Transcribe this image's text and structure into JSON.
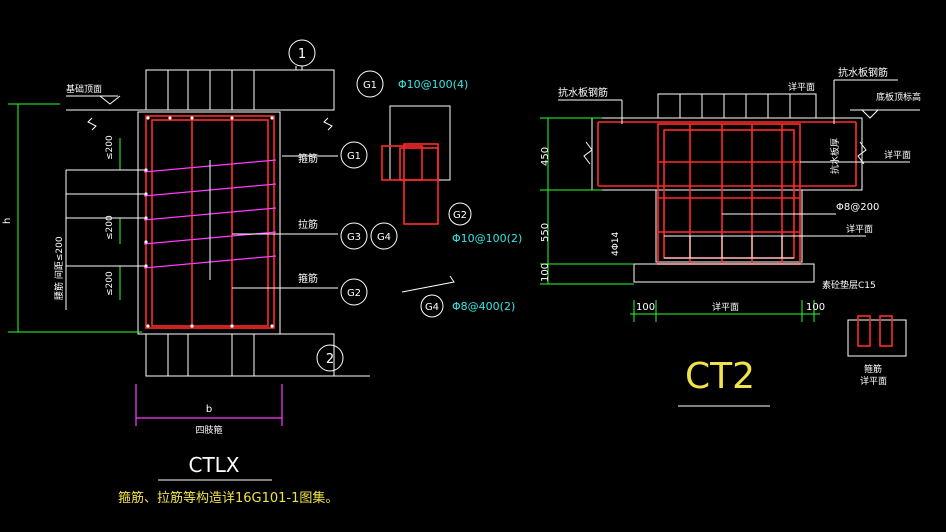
{
  "ctlx": {
    "title": "CTLX",
    "footnote": "箍筋、拉筋等构造详16G101-1图集。",
    "top_label": "基础顶面",
    "axis1": "1",
    "axis2": "2",
    "g1_top": "G1",
    "g1_spec": "Φ10@100(4)",
    "g1_side": "G1",
    "g2_side": "G2",
    "g3": "G3",
    "g4": "G4",
    "g2_detail": "G2",
    "g2_spec": "Φ10@100(2)",
    "g4_detail": "G4",
    "g4_spec": "Φ8@400(2)",
    "label_stirrup": "箍筋",
    "label_tie": "拉筋",
    "label_rebar": "箍筋",
    "dim_h": "h",
    "dim_b": "b",
    "dim_b_sub": "四肢箍",
    "spacing1": "≤200",
    "spacing2": "≤200",
    "spacing3": "≤200",
    "side_note": "腰筋 间距≤200"
  },
  "ct2": {
    "title": "CT2",
    "lbl_anti_left": "抗水板钢筋",
    "lbl_anti_right": "抗水板钢筋",
    "lbl_bottom_elev": "底板顶标高",
    "lbl_detail_top": "详平面",
    "lbl_detail_right": "详平面",
    "lbl_anti_vert": "抗水板厚",
    "lbl_phi8": "Φ8@200",
    "lbl_detail_mid": "详平面",
    "lbl_4phi14": "4Φ14",
    "lbl_cushion": "素砼垫层C15",
    "dim_450": "450",
    "dim_550": "550",
    "dim_100v": "100",
    "dim_100l": "100",
    "dim_100r": "100",
    "dim_detail_bottom": "详平面",
    "stirrup_label": "箍筋",
    "stirrup_sub": "详平面"
  }
}
